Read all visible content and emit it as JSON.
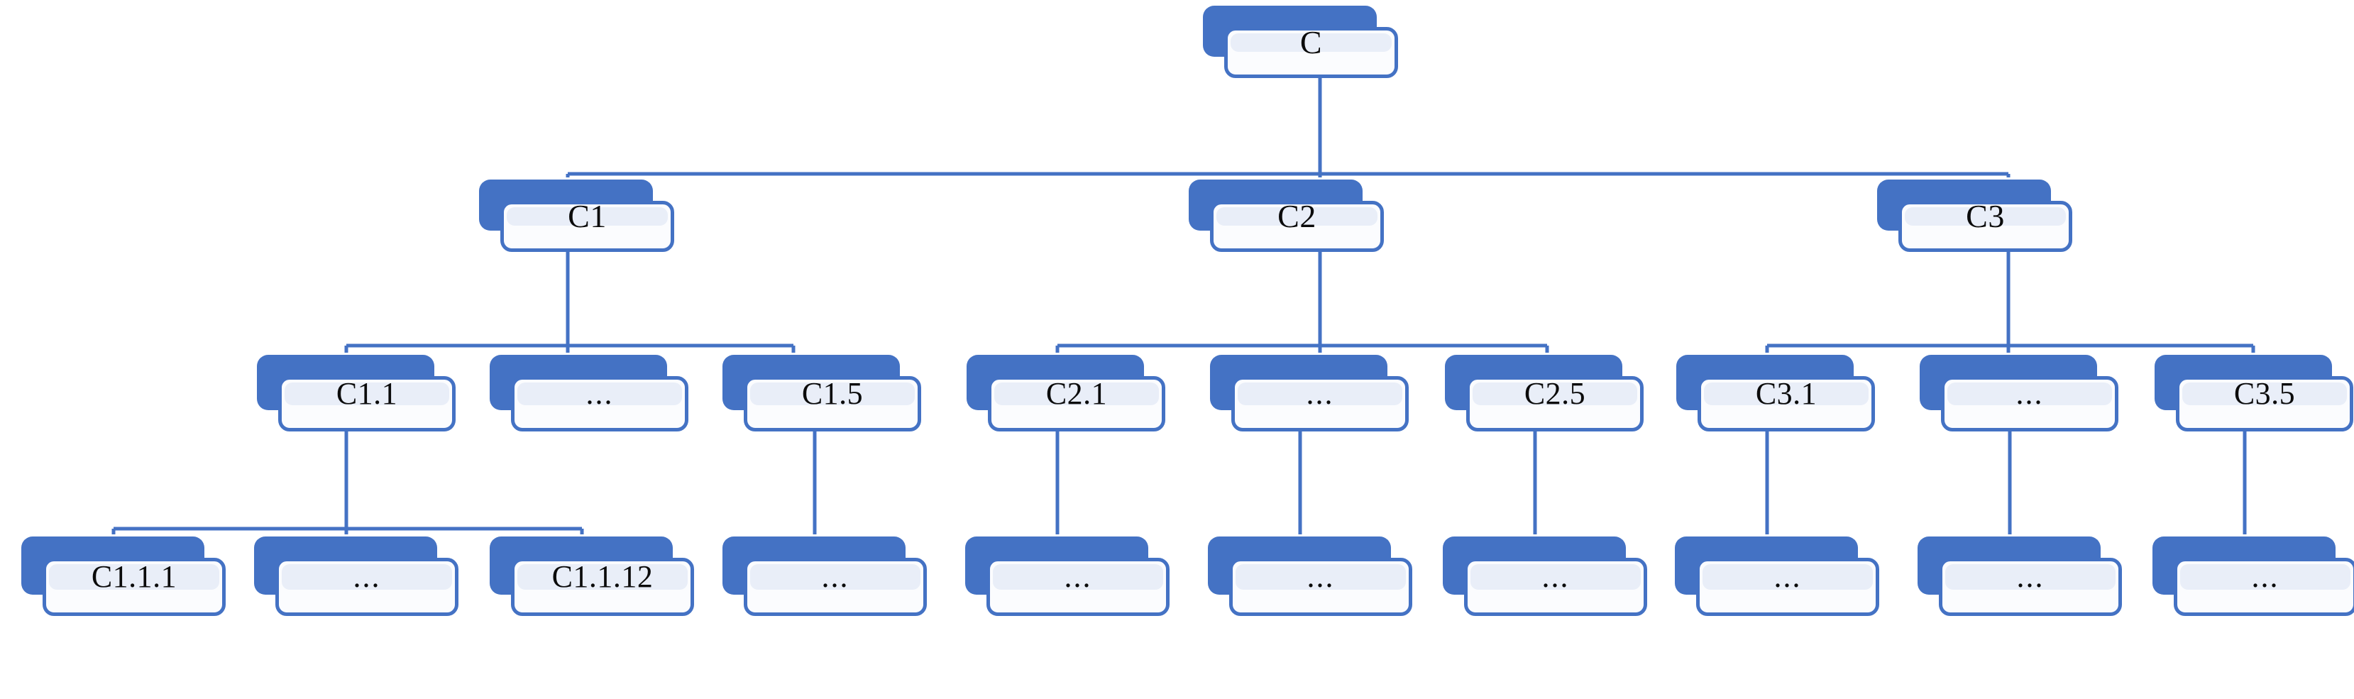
{
  "diagram": {
    "type": "hierarchy-tree",
    "title": "",
    "accent_color": "#4472C4",
    "node_fill_color": "#e9eef8",
    "node_card_color": "#fbfcfe",
    "edge_color": "#4472C4",
    "background_color": "#ffffff",
    "levels": 4,
    "ellipsis_label": "..."
  },
  "nodes": {
    "root": {
      "id": "C",
      "label": "C",
      "level": 0
    },
    "level1": [
      {
        "id": "C1",
        "label": "C1",
        "level": 1
      },
      {
        "id": "C2",
        "label": "C2",
        "level": 1
      },
      {
        "id": "C3",
        "label": "C3",
        "level": 1
      }
    ],
    "level2": [
      {
        "id": "C1.1",
        "label": "C1.1",
        "parent": "C1",
        "level": 2
      },
      {
        "id": "C1.x",
        "label": "...",
        "parent": "C1",
        "level": 2
      },
      {
        "id": "C1.5",
        "label": "C1.5",
        "parent": "C1",
        "level": 2
      },
      {
        "id": "C2.1",
        "label": "C2.1",
        "parent": "C2",
        "level": 2
      },
      {
        "id": "C2.x",
        "label": "...",
        "parent": "C2",
        "level": 2
      },
      {
        "id": "C2.5",
        "label": "C2.5",
        "parent": "C2",
        "level": 2
      },
      {
        "id": "C3.1",
        "label": "C3.1",
        "parent": "C3",
        "level": 2
      },
      {
        "id": "C3.x",
        "label": "...",
        "parent": "C3",
        "level": 2
      },
      {
        "id": "C3.5",
        "label": "C3.5",
        "parent": "C3",
        "level": 2
      }
    ],
    "level3": [
      {
        "id": "C1.1.1",
        "label": "C1.1.1",
        "parent": "C1.1",
        "level": 3
      },
      {
        "id": "C1.1.x",
        "label": "...",
        "parent": "C1.1",
        "level": 3
      },
      {
        "id": "C1.1.12",
        "label": "C1.1.12",
        "parent": "C1.1",
        "level": 3
      },
      {
        "id": "C1.5.x",
        "label": "...",
        "parent": "C1.5",
        "level": 3
      },
      {
        "id": "C2.1.x",
        "label": "...",
        "parent": "C2.1",
        "level": 3
      },
      {
        "id": "C2.x.x",
        "label": "...",
        "parent": "C2.x",
        "level": 3
      },
      {
        "id": "C2.5.x",
        "label": "...",
        "parent": "C2.5",
        "level": 3
      },
      {
        "id": "C3.1.x",
        "label": "...",
        "parent": "C3.1",
        "level": 3
      },
      {
        "id": "C3.x.x",
        "label": "...",
        "parent": "C3.x",
        "level": 3
      },
      {
        "id": "C3.5.x",
        "label": "...",
        "parent": "C3.5",
        "level": 3
      }
    ]
  }
}
